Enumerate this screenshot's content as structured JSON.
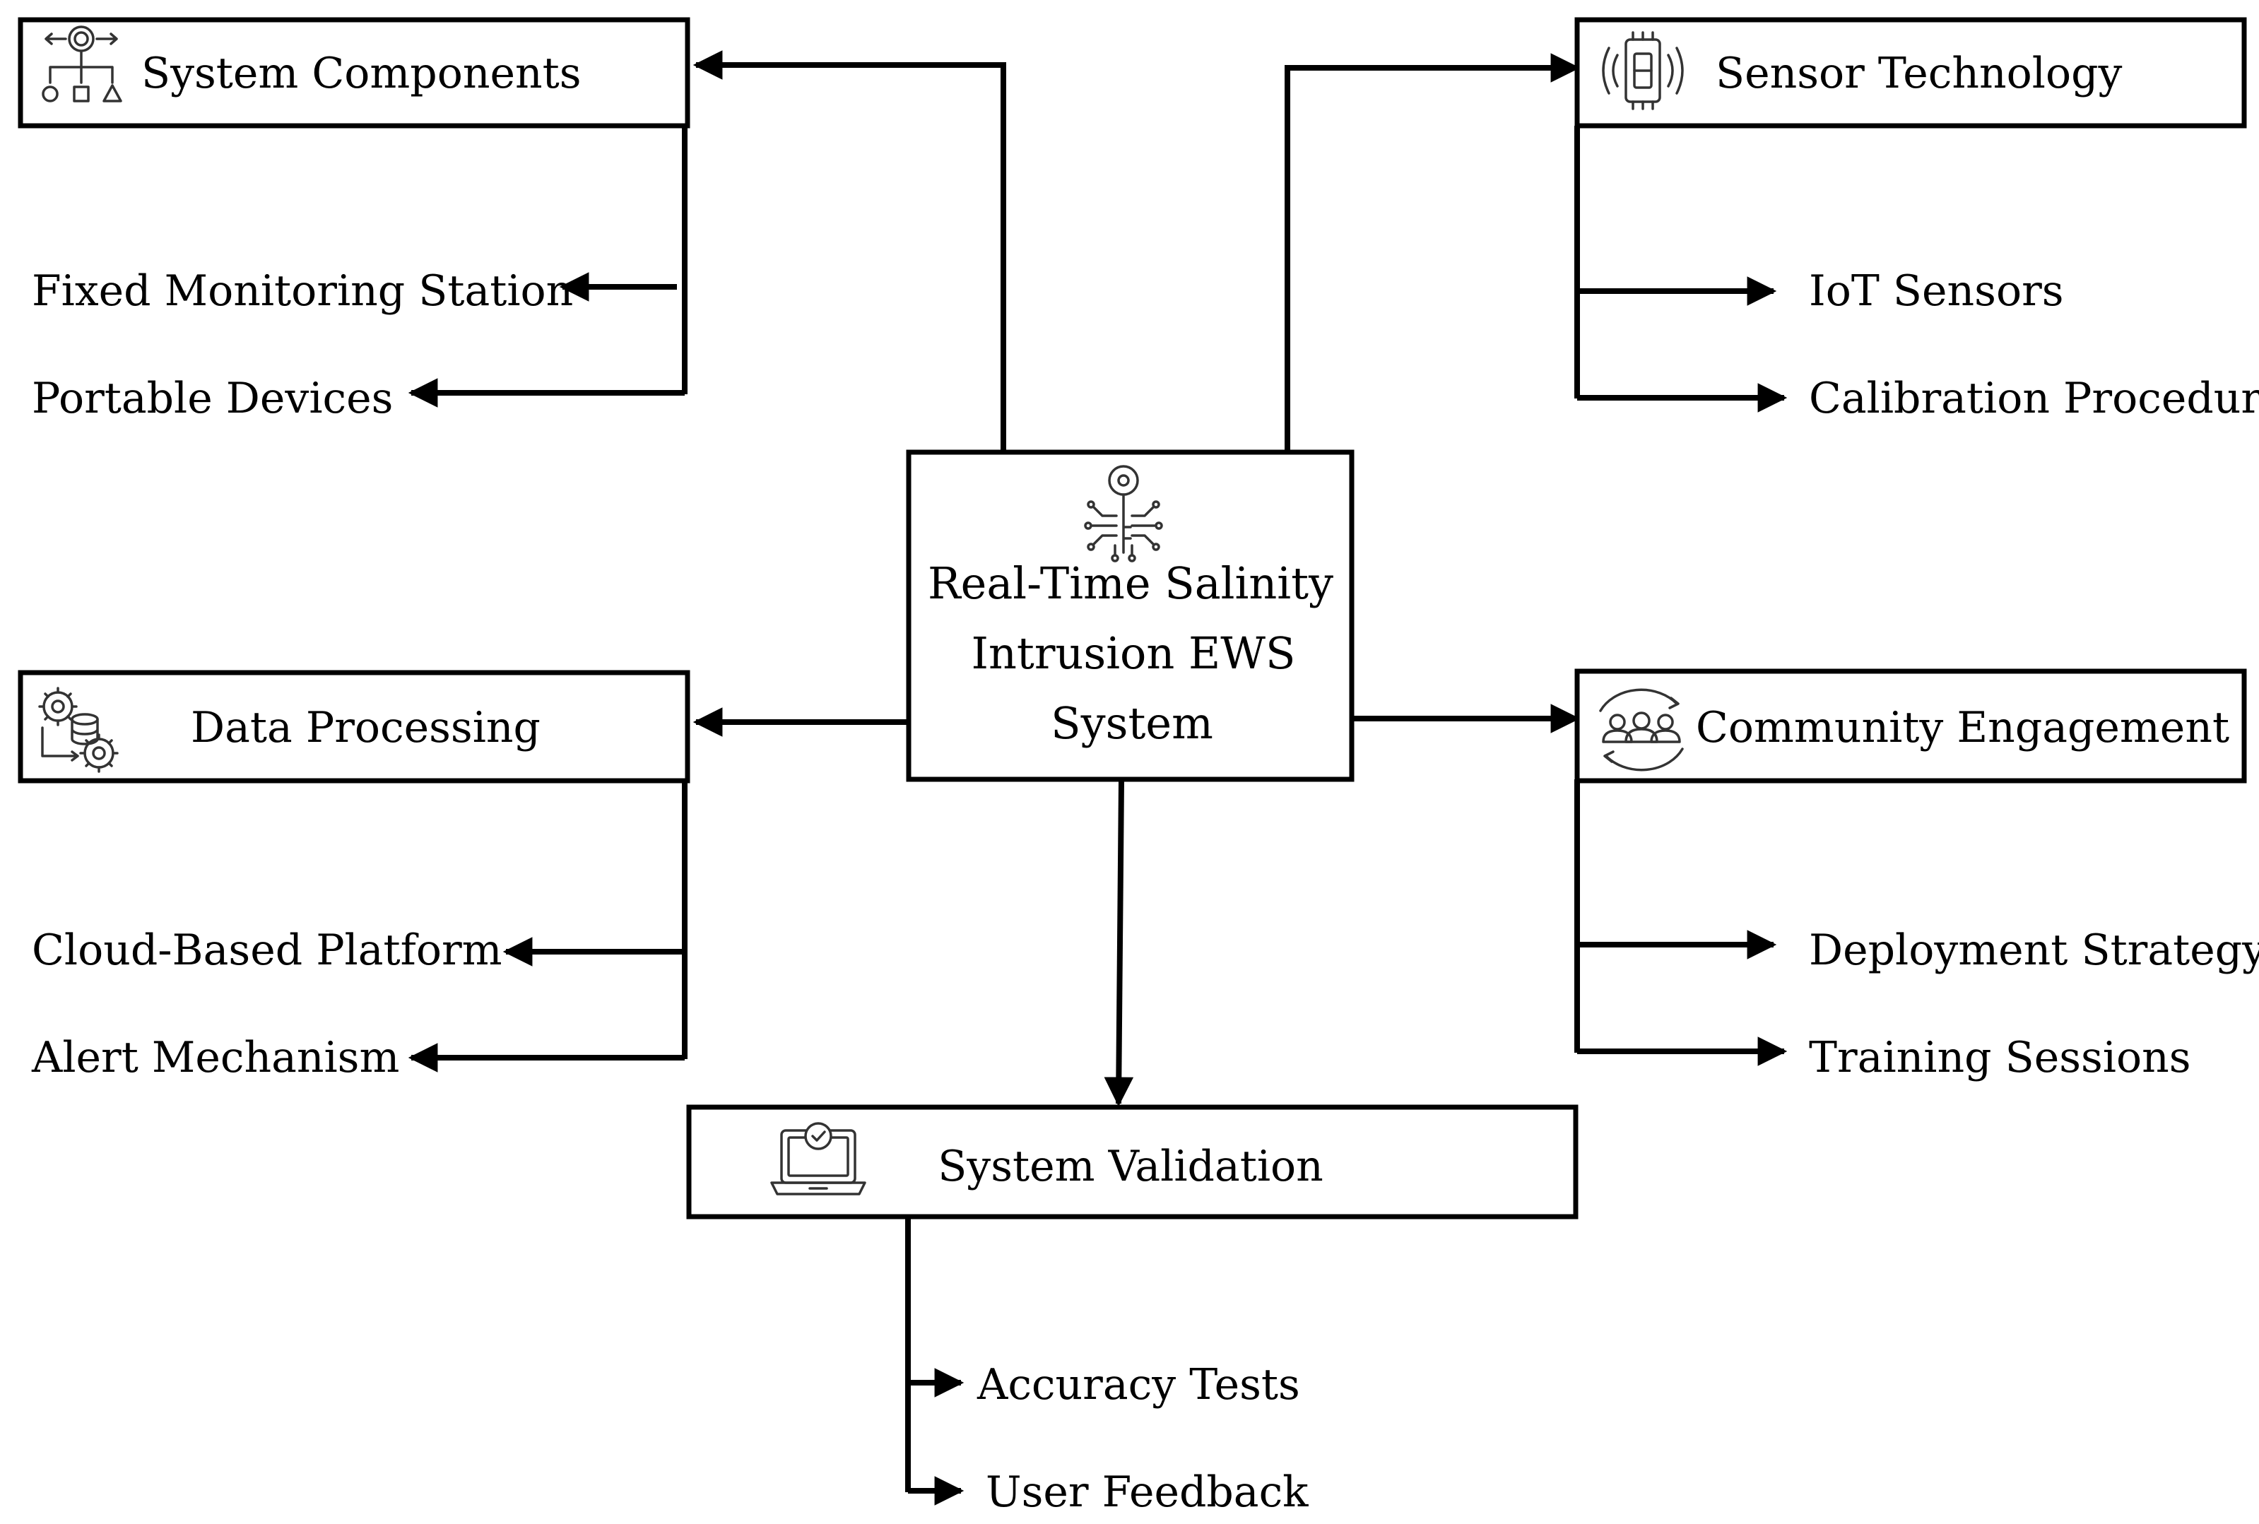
{
  "center": {
    "line1": "Real-Time Salinity",
    "line2": "Intrusion EWS",
    "line3": "System",
    "icon": "key-circuit-icon"
  },
  "branches": {
    "system_components": {
      "title": "System Components",
      "icon": "hierarchy-network-icon",
      "items": [
        "Fixed Monitoring Station",
        "Portable Devices"
      ]
    },
    "sensor_technology": {
      "title": "Sensor Technology",
      "icon": "sensor-chip-icon",
      "items": [
        "IoT Sensors",
        "Calibration Procedur"
      ]
    },
    "data_processing": {
      "title": "Data Processing",
      "icon": "gears-database-icon",
      "items": [
        "Cloud-Based Platform",
        "Alert Mechanism"
      ]
    },
    "community_engagement": {
      "title": "Community Engagement",
      "icon": "people-group-icon",
      "items": [
        "Deployment Strategy",
        "Training Sessions"
      ]
    },
    "system_validation": {
      "title": "System Validation",
      "icon": "laptop-check-icon",
      "items": [
        "Accuracy Tests",
        "User Feedback"
      ]
    }
  }
}
